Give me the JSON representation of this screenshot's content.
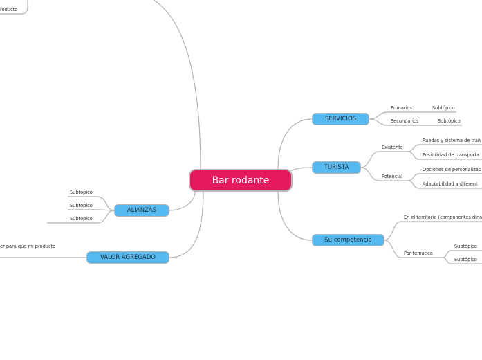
{
  "central": "Bar rodante",
  "branches": {
    "servicios": {
      "label": "SERVICIOS",
      "items": [
        {
          "label": "Primarios",
          "subs": [
            "Subtópico"
          ]
        },
        {
          "label": "Secundarios",
          "subs": [
            "Subtópico"
          ]
        }
      ]
    },
    "turista": {
      "label": "TURISTA",
      "items": [
        {
          "label": "Existente",
          "subs": [
            "Ruedas y sistema de tran",
            "Posibilidad de transporta"
          ]
        },
        {
          "label": "Potencial",
          "subs": [
            "Opciones de personalizac",
            "Adaptabilidad a diferent"
          ]
        }
      ]
    },
    "competencia": {
      "label": "Su competencia",
      "items": [
        {
          "label": "En el territorio (componentes dina",
          "subs": []
        },
        {
          "label": "Por tematica",
          "subs": [
            "Subtópico",
            "Subtópico"
          ]
        }
      ]
    },
    "alianzas": {
      "label": "ALIANZAS",
      "items": [
        "Subtópico",
        "Subtópico",
        "Subtópico"
      ]
    },
    "valor": {
      "label": "VALOR AGREGADO",
      "items": [
        "er para que mi producto"
      ]
    },
    "top_left": {
      "items": [
        "roducto"
      ]
    }
  }
}
